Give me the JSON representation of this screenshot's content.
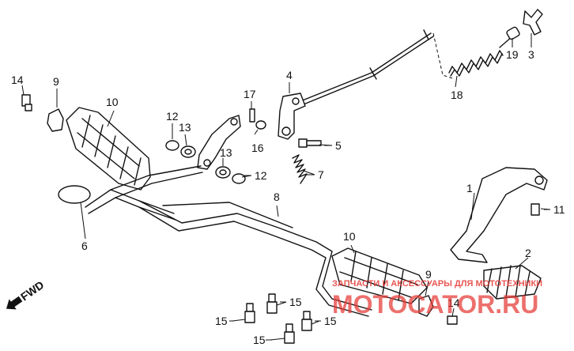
{
  "callouts": {
    "c1": "1",
    "c2": "2",
    "c3": "3",
    "c4": "4",
    "c5": "5",
    "c6": "6",
    "c7": "7",
    "c8": "8",
    "c9a": "9",
    "c9b": "9",
    "c10a": "10",
    "c10b": "10",
    "c11": "11",
    "c12a": "12",
    "c12b": "12",
    "c13a": "13",
    "c13b": "13",
    "c14a": "14",
    "c14b": "14",
    "c15a": "15",
    "c15b": "15",
    "c15c": "15",
    "c15d": "15",
    "c16": "16",
    "c17": "17",
    "c18": "18",
    "c19": "19"
  },
  "fwd_label": "FWD",
  "watermark": {
    "top_text": "ЗАПЧАСТИ И АКСЕССУАРЫ ДЛЯ МОТОТЕХНИКИ",
    "brand_text": "MOTOCATOR.RU",
    "color": "#e53935"
  }
}
